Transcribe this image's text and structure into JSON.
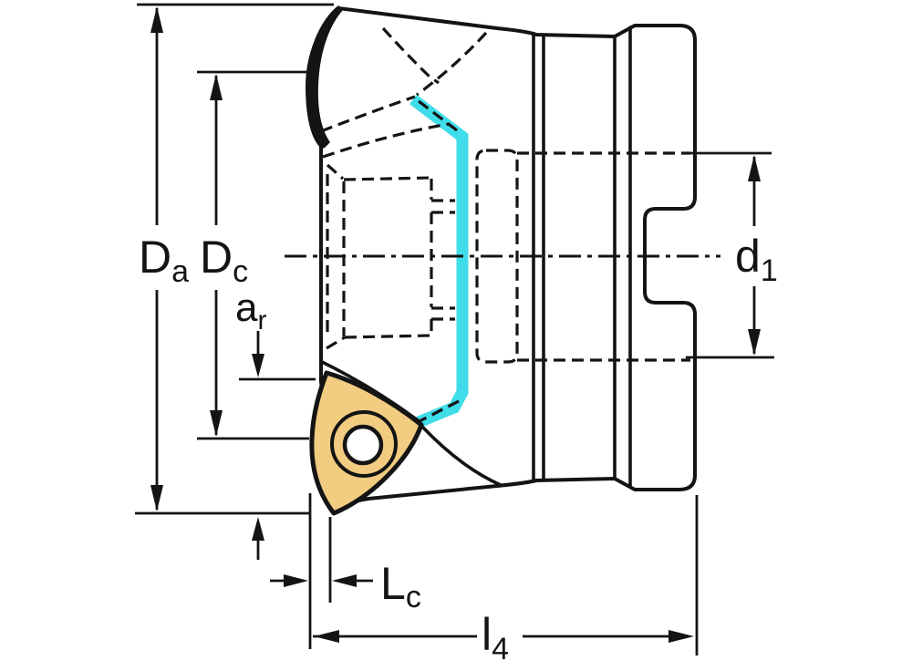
{
  "drawing": {
    "description": "Side-view technical drawing of an indexable-insert milling cutter with dimension callouts",
    "colors": {
      "background": "#ffffff",
      "body_fill": "#c9c9c9",
      "outline": "#141414",
      "insert_fill": "#f2cc81",
      "highlight": "#3edde9"
    },
    "dimensions": {
      "da": {
        "main": "D",
        "sub": "a"
      },
      "dc": {
        "main": "D",
        "sub": "c"
      },
      "ar": {
        "main": "a",
        "sub": "r"
      },
      "d1": {
        "main": "d",
        "sub": "1"
      },
      "lc": {
        "main": "L",
        "sub": "c"
      },
      "l4": {
        "main": "l",
        "sub": "4"
      }
    }
  }
}
